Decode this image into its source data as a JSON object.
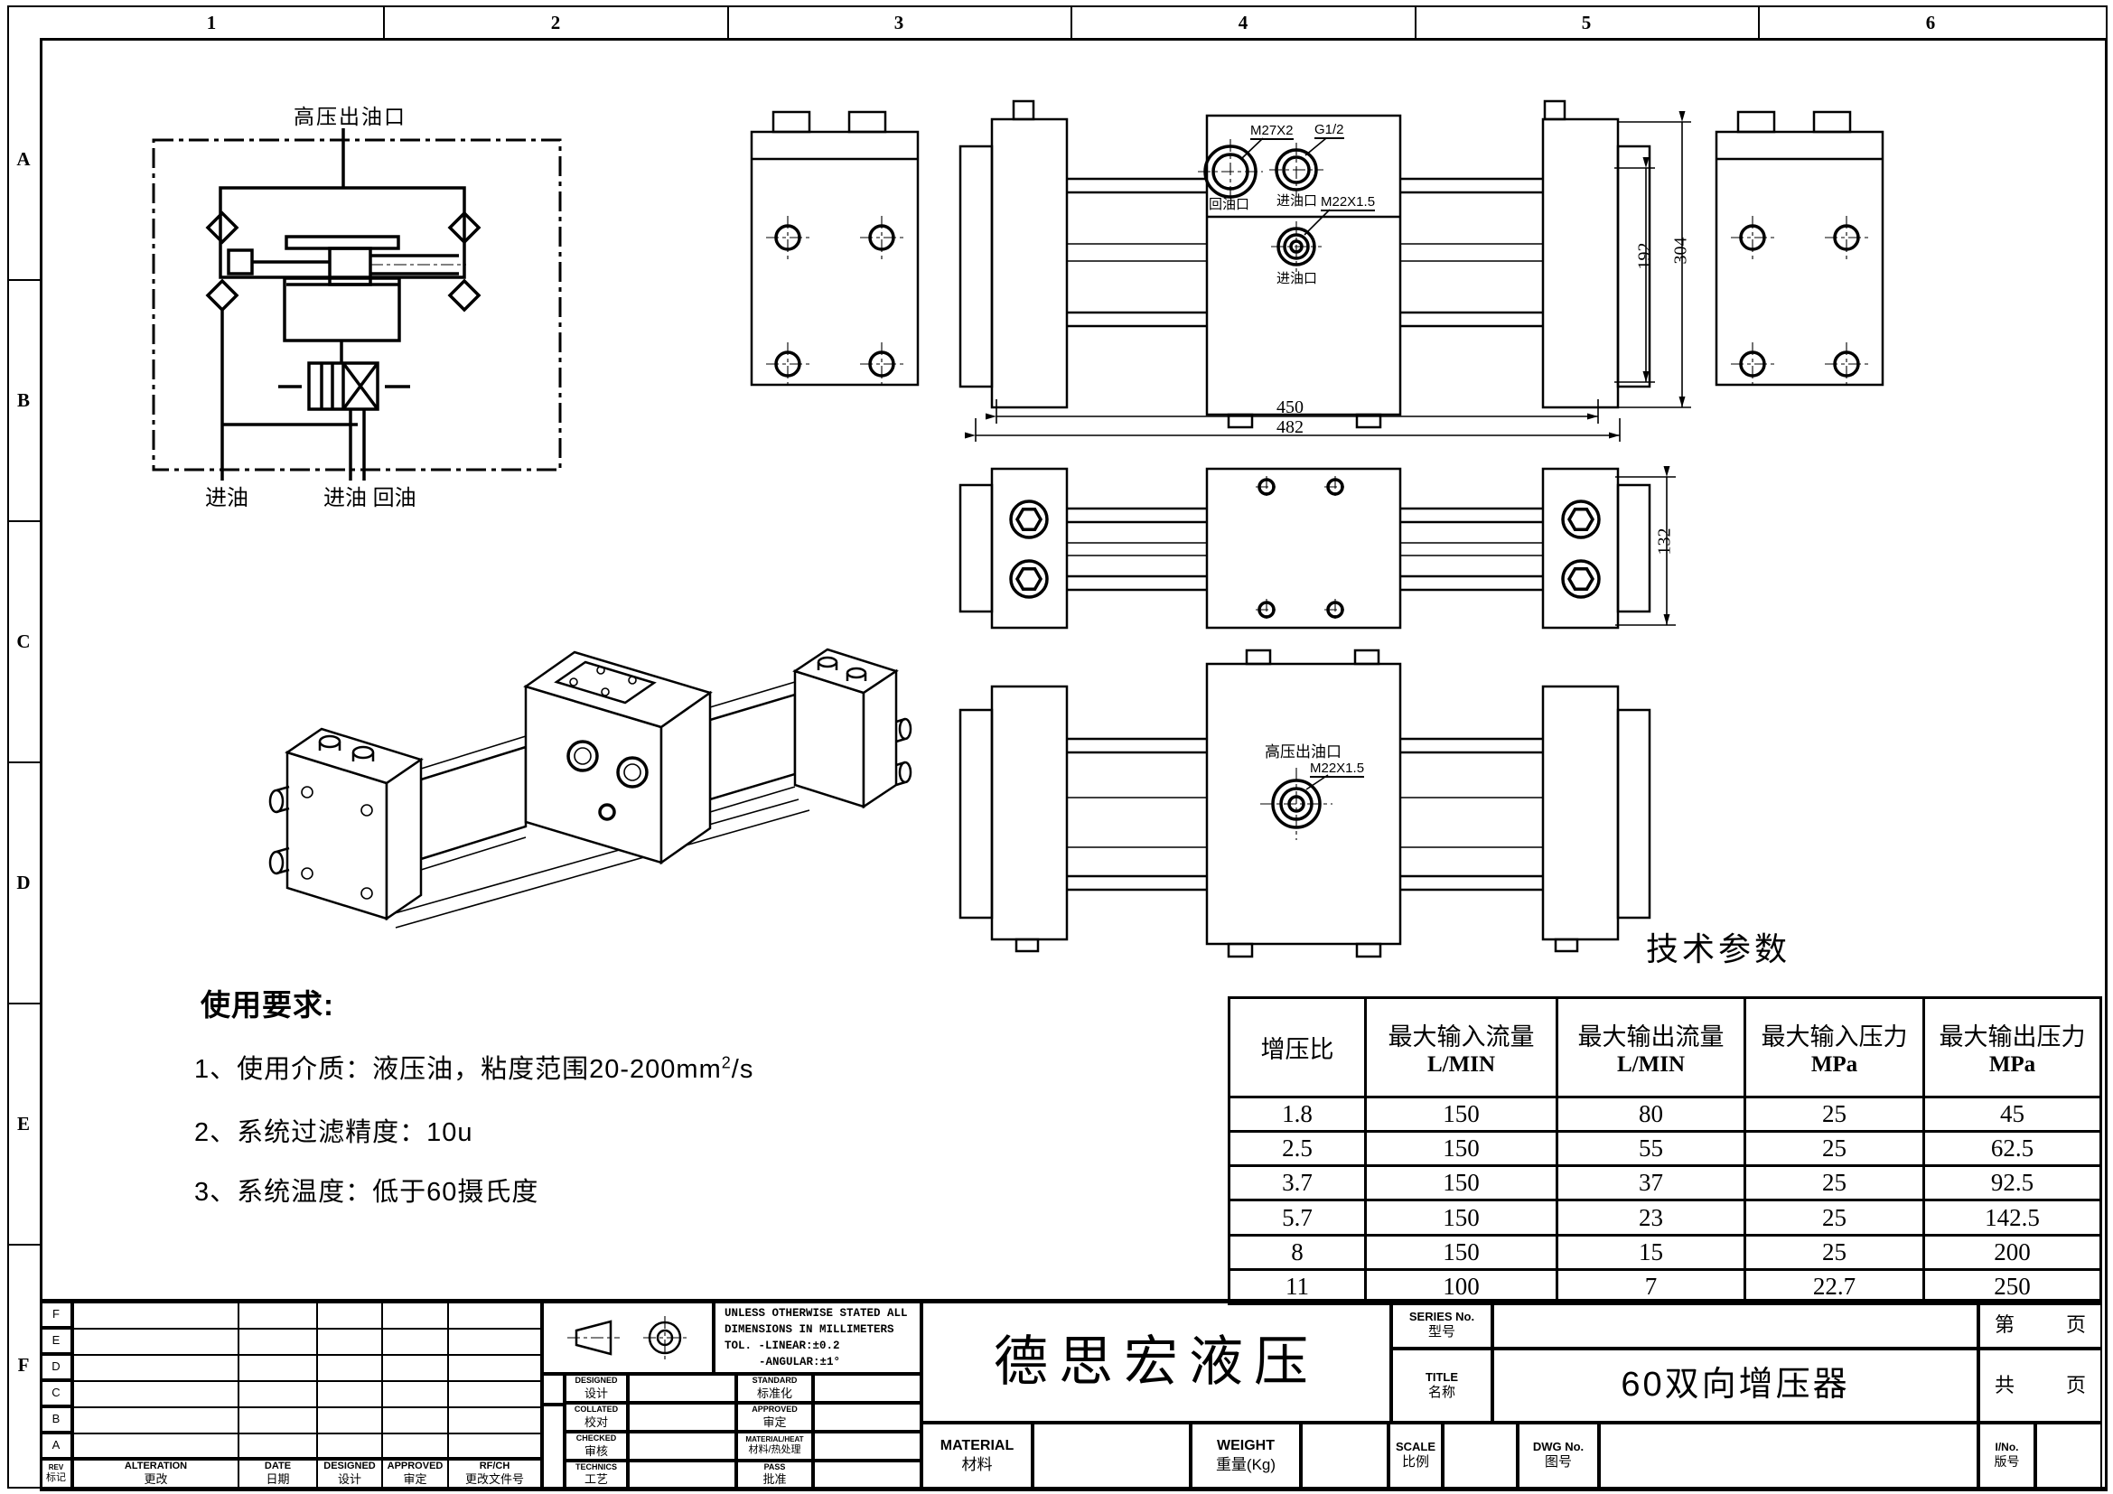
{
  "sheet": {
    "columns": [
      "1",
      "2",
      "3",
      "4",
      "5",
      "6"
    ],
    "rows": [
      "A",
      "B",
      "C",
      "D",
      "E",
      "F"
    ]
  },
  "schematic": {
    "top_label": "高压出油口",
    "inlet_label": "进油",
    "inlet_return_label": "进油 回油"
  },
  "front_view": {
    "ports": {
      "return": {
        "thread": "M27X2",
        "name": "回油口"
      },
      "inlet_top": {
        "thread": "G1/2",
        "name": "进油口"
      },
      "inlet_mid": {
        "thread": "M22X1.5",
        "name": "进油口"
      }
    },
    "dims": {
      "inner_width": "450",
      "outer_width": "482",
      "inner_height": "192",
      "outer_height": "304"
    }
  },
  "plan_view": {
    "dims": {
      "height": "132"
    }
  },
  "outlet_view": {
    "port_label": "高压出油口",
    "thread": "M22X1.5"
  },
  "notes": {
    "heading": "使用要求:",
    "item1_prefix": "1、使用介质：液压油，粘度范围20-200mm",
    "item1_sup": "2",
    "item1_suffix": "/s",
    "item2": "2、系统过滤精度：10u",
    "item3": "3、系统温度：低于60摄氏度"
  },
  "tech_table": {
    "title": "技术参数",
    "headers": [
      [
        "增压比",
        ""
      ],
      [
        "最大输入流量",
        "L/MIN"
      ],
      [
        "最大输出流量",
        "L/MIN"
      ],
      [
        "最大输入压力",
        "MPa"
      ],
      [
        "最大输出压力",
        "MPa"
      ]
    ],
    "rows": [
      [
        "1.8",
        "150",
        "80",
        "25",
        "45"
      ],
      [
        "2.5",
        "150",
        "55",
        "25",
        "62.5"
      ],
      [
        "3.7",
        "150",
        "37",
        "25",
        "92.5"
      ],
      [
        "5.7",
        "150",
        "23",
        "25",
        "142.5"
      ],
      [
        "8",
        "150",
        "15",
        "25",
        "200"
      ],
      [
        "11",
        "100",
        "7",
        "22.7",
        "250"
      ]
    ]
  },
  "title_block": {
    "company": "德思宏液压",
    "tolerance": {
      "l1": "UNLESS OTHERWISE STATED ALL",
      "l2": "DIMENSIONS IN MILLIMETERS",
      "l3": "TOL. -LINEAR:±0.2",
      "l4": "-ANGULAR:±1°"
    },
    "series": {
      "en": "SERIES No.",
      "zh": "型号"
    },
    "title": {
      "en": "TITLE",
      "zh": "名称",
      "value": "60双向增压器"
    },
    "material": {
      "en": "MATERIAL",
      "zh": "材料"
    },
    "weight": {
      "en": "WEIGHT",
      "zh": "重量(Kg)"
    },
    "scale": {
      "en": "SCALE",
      "zh": "比例"
    },
    "dwg": {
      "en": "DWG No.",
      "zh": "图号"
    },
    "ino": {
      "en": "I/No.",
      "zh": "版号"
    },
    "pages": {
      "first": "第",
      "first_unit": "页",
      "total": "共",
      "total_unit": "页"
    },
    "signoff_left": [
      {
        "en": "DESIGNED",
        "zh": "设计"
      },
      {
        "en": "COLLATED",
        "zh": "校对"
      },
      {
        "en": "CHECKED",
        "zh": "审核"
      },
      {
        "en": "TECHNICS",
        "zh": "工艺"
      }
    ],
    "signoff_right": [
      {
        "en": "STANDARD",
        "zh": "标准化"
      },
      {
        "en": "APPROVED",
        "zh": "审定"
      },
      {
        "en": "MATERIAL/HEAT",
        "zh": "材料/热处理"
      },
      {
        "en": "PASS",
        "zh": "批准"
      }
    ],
    "revision": {
      "letters": [
        "F",
        "E",
        "D",
        "C",
        "B",
        "A"
      ],
      "headers": [
        {
          "en": "REV",
          "zh": "标记"
        },
        {
          "en": "ALTERATION",
          "zh": "更改"
        },
        {
          "en": "DATE",
          "zh": "日期"
        },
        {
          "en": "DESIGNED",
          "zh": "设计"
        },
        {
          "en": "APPROVED",
          "zh": "审定"
        },
        {
          "en": "RF/CH",
          "zh": "更改文件号"
        }
      ]
    }
  }
}
